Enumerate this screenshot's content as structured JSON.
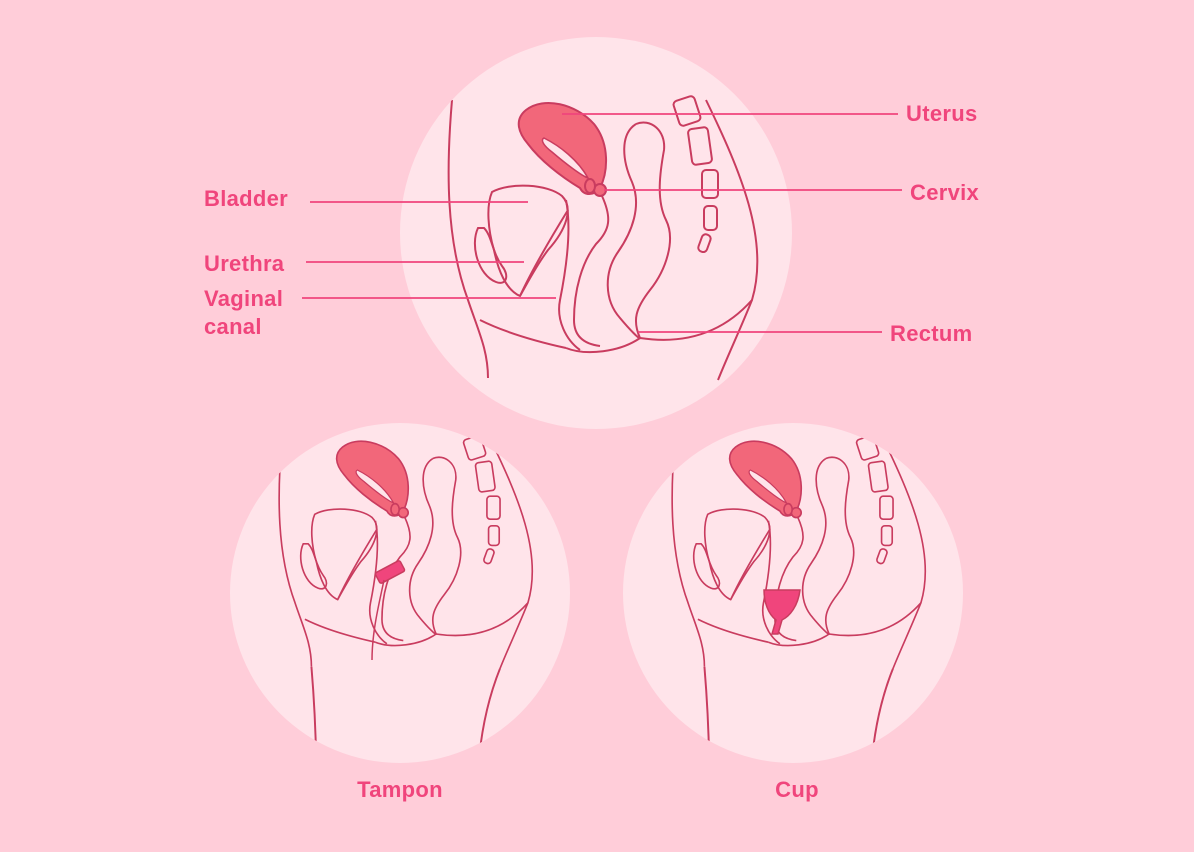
{
  "labels": {
    "uterus": "Uterus",
    "cervix": "Cervix",
    "bladder": "Bladder",
    "urethra": "Urethra",
    "vaginal_canal_line1": "Vaginal",
    "vaginal_canal_line2": "canal",
    "rectum": "Rectum"
  },
  "captions": {
    "tampon": "Tampon",
    "cup": "Cup"
  },
  "colors": {
    "background": "#ffcdd9",
    "circle": "#ffe4ea",
    "outline": "#c93c5f",
    "uterus_fill": "#f2677a",
    "accent": "#f0457c"
  }
}
